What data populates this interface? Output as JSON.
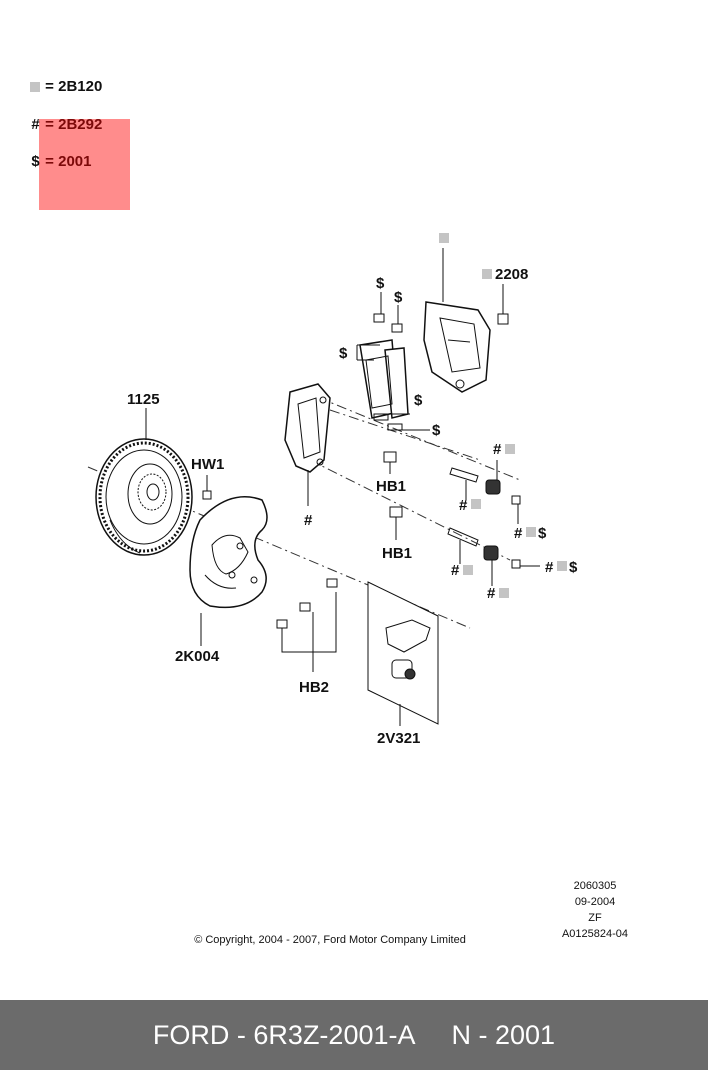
{
  "legend": [
    {
      "symbol": "square",
      "eq": "=",
      "code": "2B120"
    },
    {
      "symbol": "#",
      "eq": "=",
      "code": "2B292"
    },
    {
      "symbol": "$",
      "eq": "=",
      "code": "2001"
    }
  ],
  "labels": {
    "l1125": "1125",
    "hw1": "HW1",
    "k2k004": "2K004",
    "hb1a": "HB1",
    "hb1b": "HB1",
    "hb2": "HB2",
    "v2v321": "2V321",
    "p2208": "2208"
  },
  "symbols": {
    "hash": "#",
    "dollar": "$"
  },
  "reference": {
    "line1": "2060305",
    "line2": "09-2004",
    "line3": "ZF",
    "line4": "A0125824-04"
  },
  "copyright": "© Copyright, 2004 - 2007, Ford Motor Company Limited",
  "footer": {
    "text": "FORD - 6R3Z-2001-A     N - 2001"
  },
  "colors": {
    "highlight": "#ff0000",
    "footer_bg": "#6b6b6b",
    "legend_square": "#c4c4c4"
  }
}
